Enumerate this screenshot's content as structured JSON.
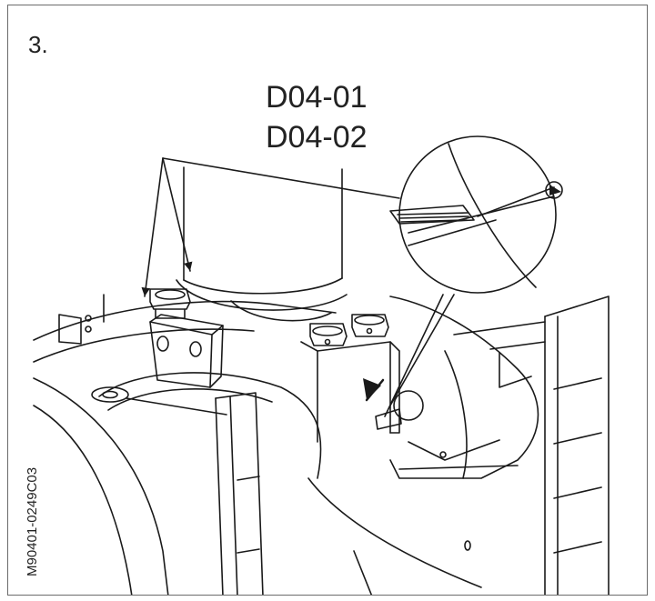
{
  "step_label": "3.",
  "part_codes": [
    "D04-01",
    "D04-02"
  ],
  "figure_reference": "M90401-0249C03",
  "colors": {
    "line": "#1a1a1a",
    "frame": "#6b6b6b",
    "background": "#ffffff"
  }
}
